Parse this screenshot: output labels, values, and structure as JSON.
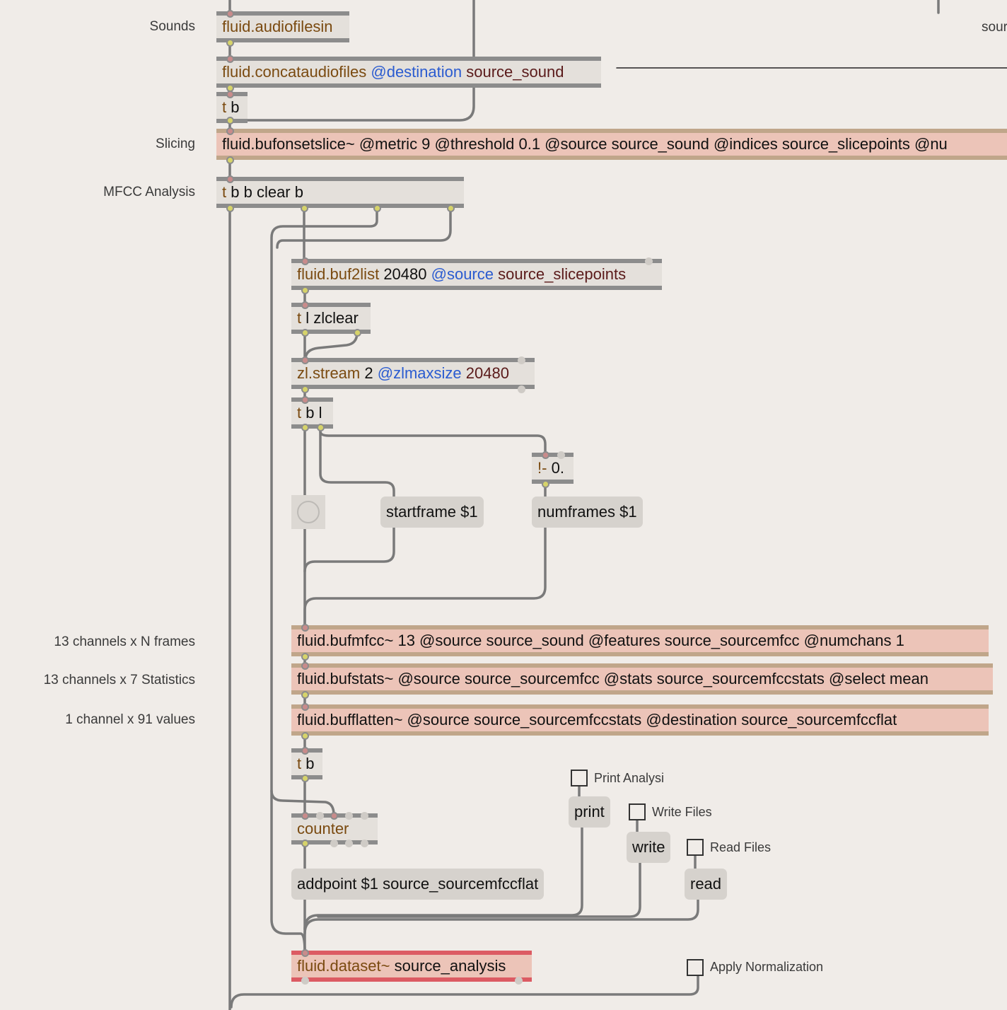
{
  "comments": {
    "sounds": "Sounds",
    "slicing": "Slicing",
    "mfcc": "MFCC Analysis",
    "n_frames": "13 channels x N frames",
    "stats": "13 channels x 7 Statistics",
    "values": "1 channel x 91 values",
    "top_right": "sour"
  },
  "objects": {
    "audiofilesin": {
      "cls": "fluid.audiofilesin"
    },
    "concat": {
      "cls": "fluid.concataudiofiles",
      "attr": "@destination",
      "arg": "source_sound"
    },
    "tb1": {
      "cls": "t",
      "arg": "b"
    },
    "onsetslice": {
      "text": "fluid.bufonsetslice~ @metric 9 @threshold 0.1 @source source_sound @indices source_slicepoints @nu"
    },
    "tbbclear": {
      "cls": "t",
      "arg": "b b clear b"
    },
    "buf2list": {
      "cls": "fluid.buf2list",
      "num": "20480",
      "attr": "@source",
      "arg": "source_slicepoints"
    },
    "tlzlclear": {
      "cls": "t",
      "arg": "l zlclear"
    },
    "zlstream": {
      "cls": "zl.stream",
      "num": "2",
      "attr": "@zlmaxsize",
      "arg": "20480"
    },
    "tbl": {
      "cls": "t",
      "arg": "b l"
    },
    "notminus": {
      "cls": "!-",
      "arg": "0."
    },
    "bufmfcc": {
      "text": "fluid.bufmfcc~ 13 @source source_sound @features source_sourcemfcc @numchans 1"
    },
    "bufstats": {
      "text": "fluid.bufstats~ @source source_sourcemfcc @stats source_sourcemfccstats @select mean"
    },
    "bufflatten": {
      "text": "fluid.bufflatten~ @source source_sourcemfccstats @destination source_sourcemfccflat"
    },
    "tb2": {
      "cls": "t",
      "arg": "b"
    },
    "counter": {
      "cls": "counter"
    },
    "dataset": {
      "cls": "fluid.dataset~",
      "arg": "source_analysis"
    }
  },
  "messages": {
    "startframe": "startframe $1",
    "numframes": "numframes $1",
    "print": "print",
    "write": "write",
    "read": "read",
    "addpoint": "addpoint $1 source_sourcemfccflat"
  },
  "toggles": {
    "print_analysis": "Print Analysi",
    "write_files": "Write Files",
    "read_files": "Read Files",
    "apply_normalization": "Apply Normalization"
  }
}
